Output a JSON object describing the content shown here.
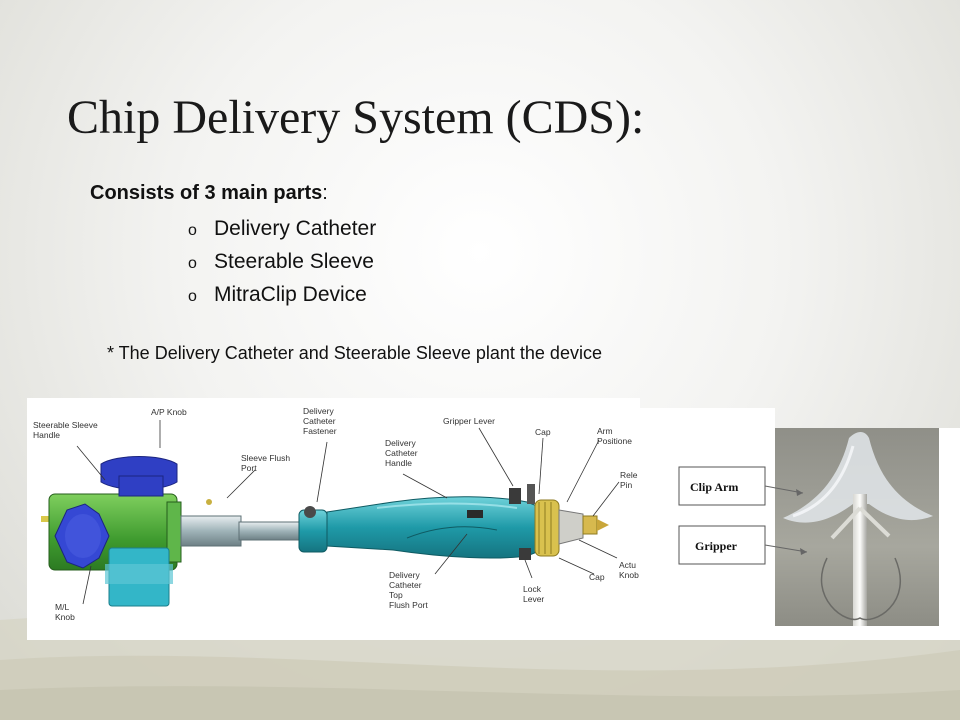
{
  "slide": {
    "title": "Chip Delivery System (CDS):",
    "intro_bold": "Consists of 3 main parts",
    "intro_rest": ":",
    "bullet_glyph": "o",
    "parts": [
      "Delivery Catheter",
      "Steerable Sleeve",
      "MitraClip Device"
    ],
    "note": "* The Delivery Catheter and Steerable Sleeve plant the device"
  },
  "diagram": {
    "labels": {
      "steerable_sleeve_handle": [
        "Steerable Sleeve",
        "Handle"
      ],
      "ap_knob": [
        "A/P Knob"
      ],
      "delivery_catheter_fastener": [
        "Delivery",
        "Catheter",
        "Fastener"
      ],
      "sleeve_flush_port": [
        "Sleeve Flush",
        "Port"
      ],
      "delivery_catheter_handle": [
        "Delivery",
        "Catheter",
        "Handle"
      ],
      "gripper_lever": [
        "Gripper Lever"
      ],
      "cap_top": [
        "Cap"
      ],
      "arm_positioner": [
        "Arm",
        "Positione"
      ],
      "release_pin": [
        "Rele",
        "Pin"
      ],
      "actuator_knob": [
        "Actu",
        "Knob"
      ],
      "cap_bottom": [
        "Cap"
      ],
      "lock_lever": [
        "Lock",
        "Lever"
      ],
      "delivery_catheter_top_flush_port": [
        "Delivery",
        "Catheter",
        "Top",
        "Flush Port"
      ],
      "ml_knob": [
        "M/L",
        "Knob"
      ]
    },
    "callouts": {
      "clip_arm": "Clip Arm",
      "gripper": "Gripper"
    }
  },
  "colors": {
    "green_housing": "#4aa83a",
    "blue_knob": "#2f3fc4",
    "teal_handle": "#2aa6b3",
    "cyan_base": "#33b6c8"
  }
}
